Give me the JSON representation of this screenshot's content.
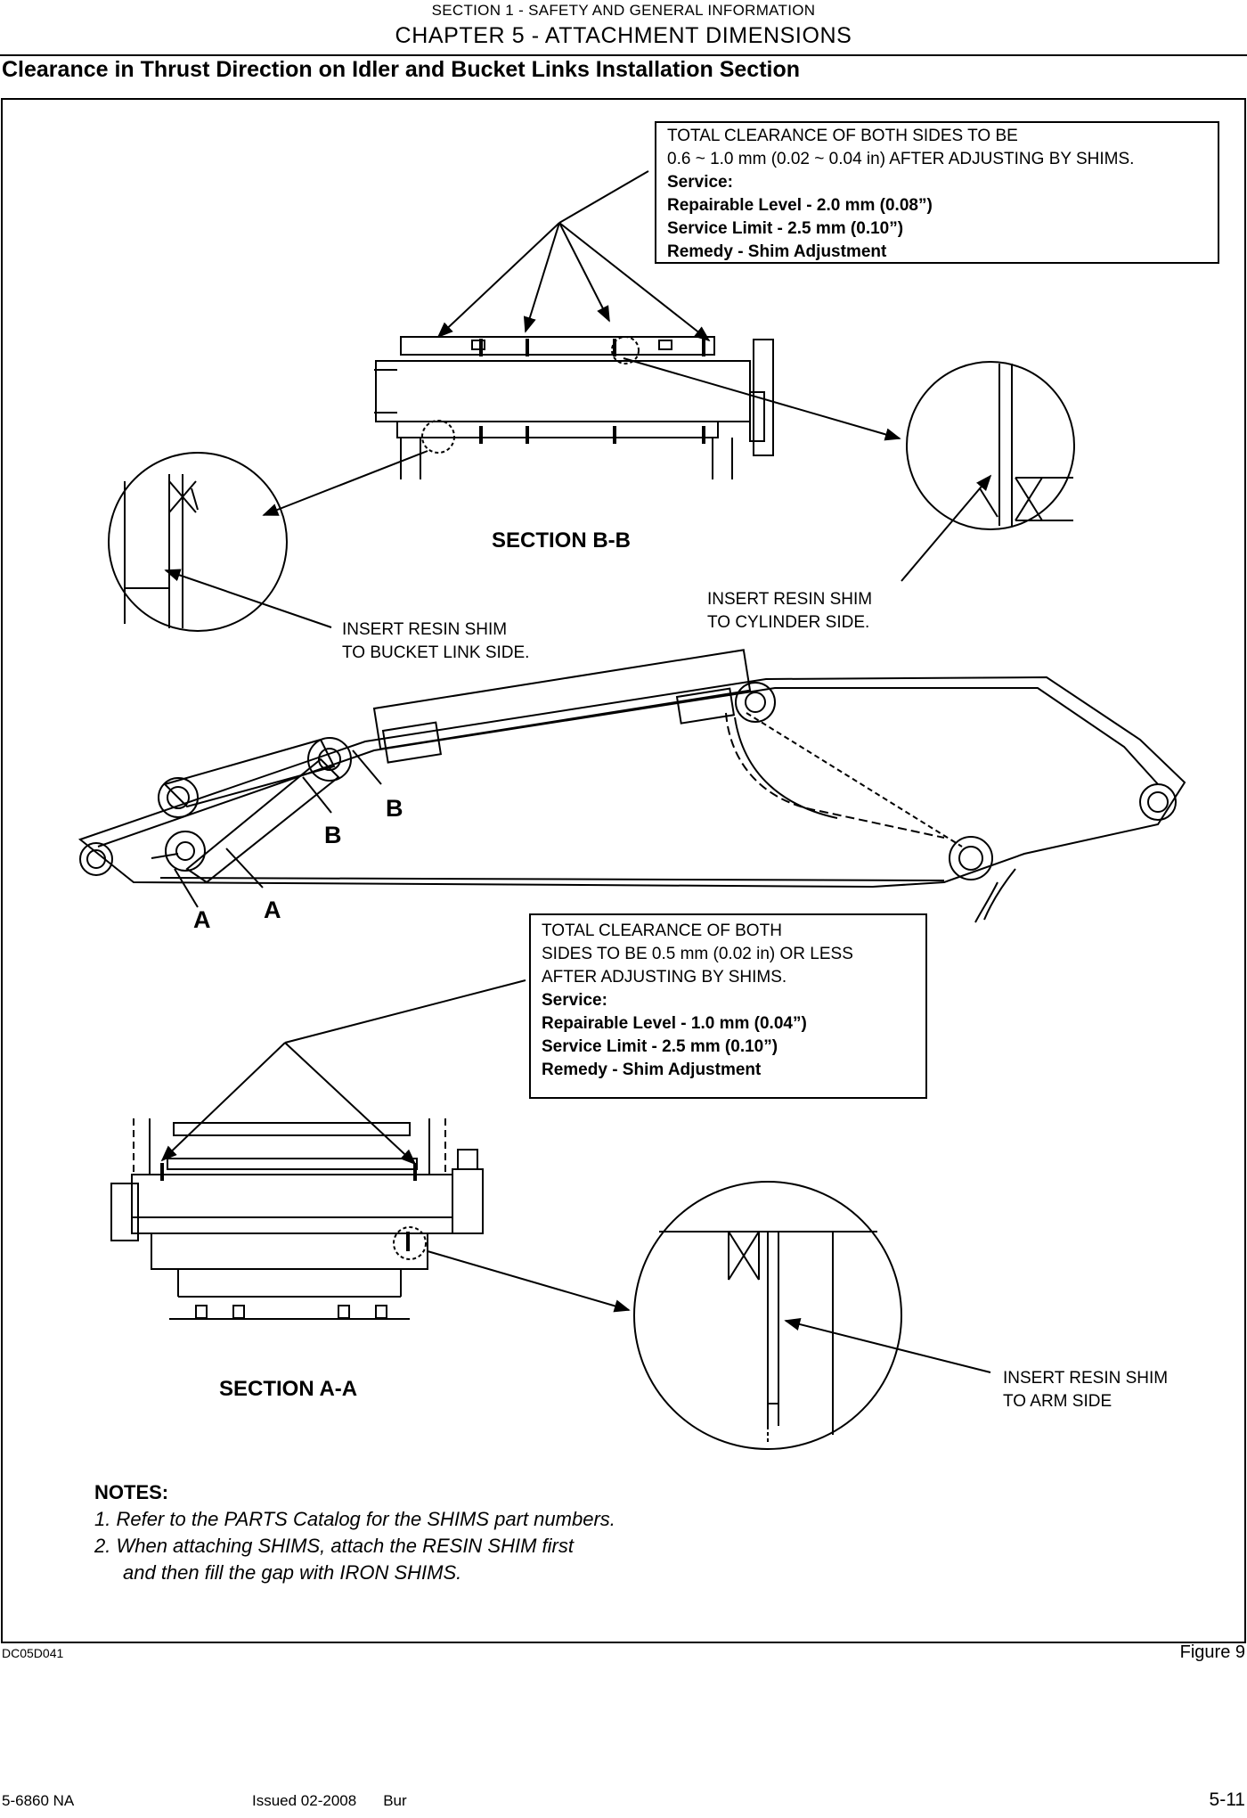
{
  "header": {
    "section": "SECTION 1 - SAFETY AND GENERAL INFORMATION",
    "chapter": "CHAPTER 5 - ATTACHMENT DIMENSIONS"
  },
  "page_title": "Clearance in Thrust Direction on Idler and Bucket Links Installation Section",
  "figure": {
    "box_b": {
      "line1": "TOTAL CLEARANCE OF BOTH SIDES TO BE",
      "line2": "0.6 ~ 1.0 mm (0.02 ~ 0.04 in) AFTER ADJUSTING BY SHIMS.",
      "service": "Service:",
      "repairable": "Repairable Level - 2.0 mm (0.08”)",
      "limit": "Service Limit - 2.5 mm (0.10”)",
      "remedy": "Remedy - Shim Adjustment"
    },
    "section_bb": "SECTION B-B",
    "note_bucket": [
      "INSERT RESIN SHIM",
      "TO BUCKET LINK SIDE."
    ],
    "note_cylinder": [
      "INSERT RESIN SHIM",
      "TO CYLINDER SIDE."
    ],
    "marker_b": "B",
    "marker_a": "A",
    "box_a": {
      "line1": "TOTAL CLEARANCE OF BOTH",
      "line2": "SIDES TO BE 0.5 mm (0.02 in) OR LESS",
      "line3": "AFTER ADJUSTING BY SHIMS.",
      "service": "Service:",
      "repairable": "Repairable Level - 1.0 mm (0.04”)",
      "limit": "Service Limit - 2.5 mm (0.10”)",
      "remedy": "Remedy - Shim Adjustment"
    },
    "section_aa": "SECTION A-A",
    "note_arm": [
      "INSERT RESIN SHIM",
      "TO ARM SIDE"
    ],
    "notes": {
      "heading": "NOTES:",
      "item1": "1. Refer to the PARTS Catalog for the SHIMS part numbers.",
      "item2a": "2. When attaching SHIMS, attach the RESIN SHIM first",
      "item2b": "and then fill the gap with IRON SHIMS."
    }
  },
  "figure_code": "DC05D041",
  "figure_label": "Figure 9",
  "footer": {
    "doc": "5-6860 NA",
    "issued": "Issued 02-2008",
    "branch": "Bur",
    "page": "5-11"
  }
}
